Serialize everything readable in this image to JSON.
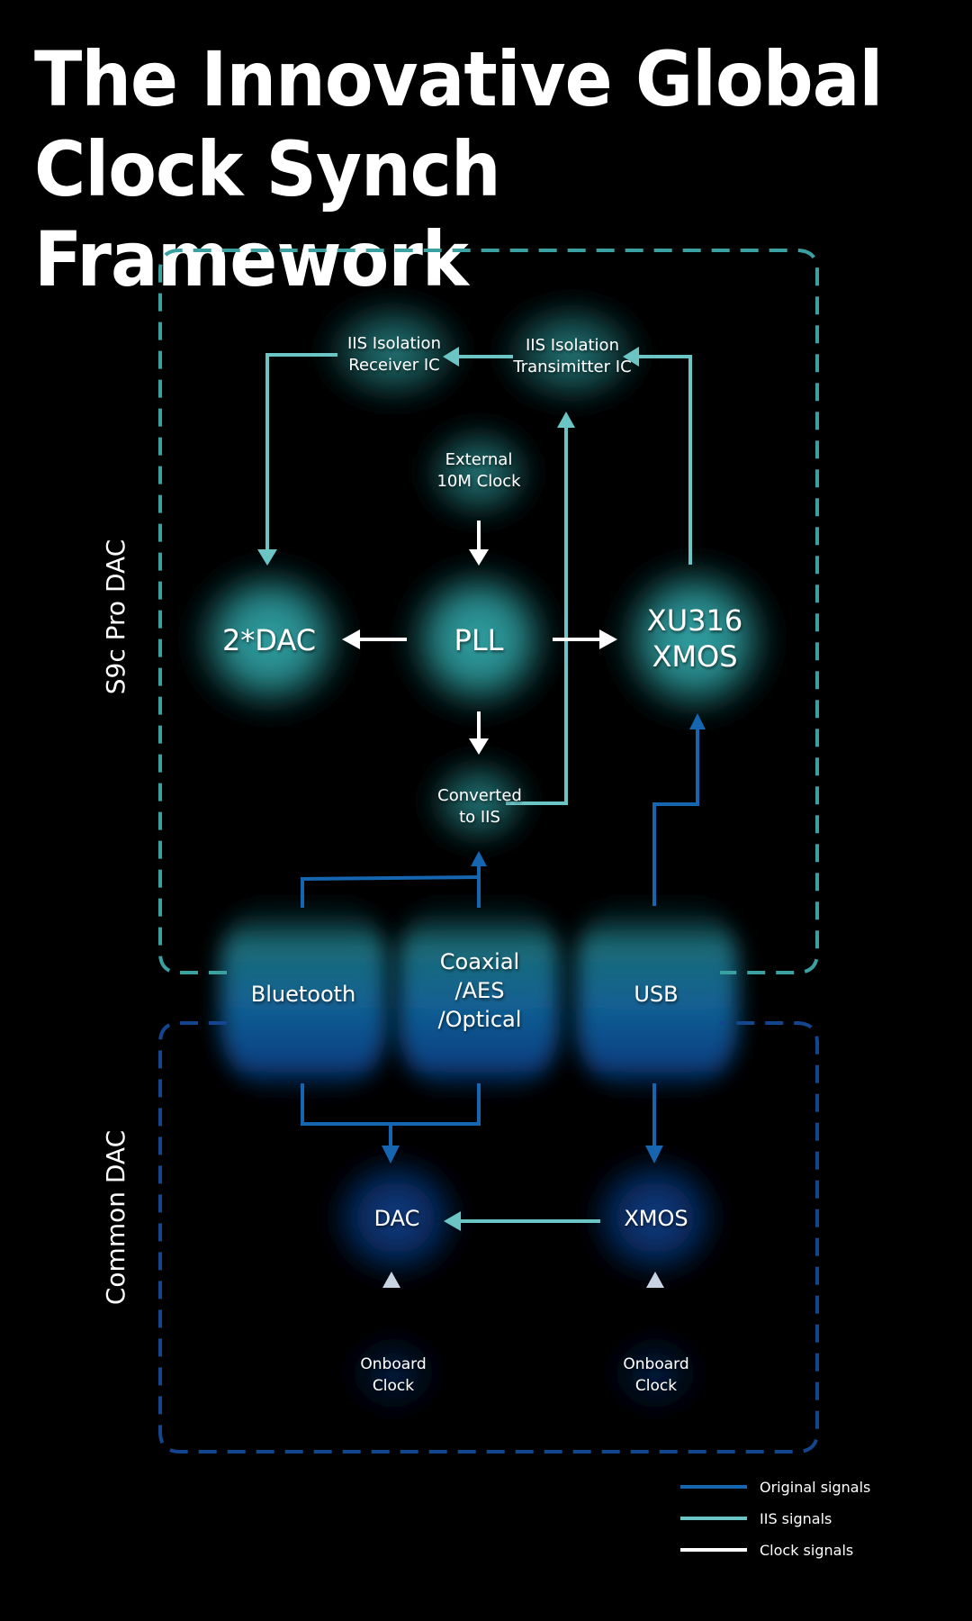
{
  "title": {
    "line1": "The Innovative Global",
    "line2": "Clock Synch Framework"
  },
  "colors": {
    "original": "#1565b0",
    "iis": "#6cc5c5",
    "clock": "#ffffff",
    "s9c_border": "#3aa0a0",
    "common_border": "#13468e",
    "teal_glow": "#2e9ea0",
    "blue_glow": "#0d4fa8"
  },
  "groups": {
    "s9c": "S9c Pro DAC",
    "common": "Common DAC"
  },
  "nodes": {
    "iis_receiver": [
      "IIS Isolation",
      "Receiver IC"
    ],
    "iis_transmitter": [
      "IIS Isolation",
      "Transimitter IC"
    ],
    "external_clock": [
      "External",
      "10M Clock"
    ],
    "dac2": [
      "2*DAC"
    ],
    "pll": [
      "PLL"
    ],
    "xu316": [
      "XU316",
      "XMOS"
    ],
    "converted": [
      "Converted",
      "to IIS"
    ],
    "bluetooth": [
      "Bluetooth"
    ],
    "coaxial": [
      "Coaxial",
      "/AES",
      "/Optical"
    ],
    "usb": [
      "USB"
    ],
    "dac": [
      "DAC"
    ],
    "xmos": [
      "XMOS"
    ],
    "onboard1": [
      "Onboard",
      "Clock"
    ],
    "onboard2": [
      "Onboard",
      "Clock"
    ]
  },
  "legend": [
    {
      "label": "Original signals",
      "type": "original"
    },
    {
      "label": "IIS signals",
      "type": "iis"
    },
    {
      "label": "Clock signals",
      "type": "clock"
    }
  ]
}
